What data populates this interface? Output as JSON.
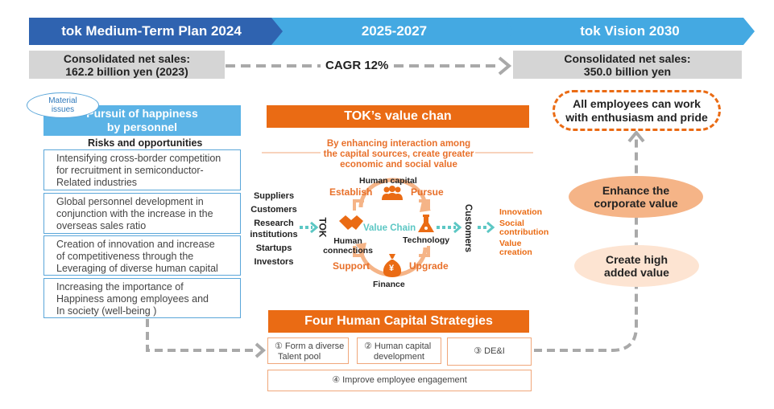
{
  "header": {
    "plan": "tok Medium-Term Plan 2024",
    "period": "2025-2027",
    "vision": "tok Vision 2030"
  },
  "sales_current": {
    "label": "Consolidated net sales:",
    "value": "162.2 billion yen (2023)"
  },
  "cagr": "CAGR 12%",
  "sales_target": {
    "label": "Consolidated net sales:",
    "value": "350.0 billion yen"
  },
  "material_issues": {
    "tag_line1": "Material",
    "tag_line2": "issues",
    "title_line1": "Pursuit of happiness",
    "title_line2": "by personnel",
    "risks_heading": "Risks and opportunities",
    "items": [
      {
        "l1": "Intensifying cross-border competition",
        "l2": "for recruitment in semiconductor-",
        "l3": "Related industries"
      },
      {
        "l1": "Global personnel development in",
        "l2": "conjunction  with the increase in the",
        "l3": "overseas sales ratio"
      },
      {
        "l1": "Creation of innovation and increase",
        "l2": "of competitiveness through the",
        "l3": "Leveraging of diverse human capital"
      },
      {
        "l1": "Increasing the importance of",
        "l2": "Happiness among employees and",
        "l3": "In society (well-being )"
      }
    ]
  },
  "value_chain": {
    "title": "TOK’s value chan",
    "subtitle_l1": "By enhancing interaction among",
    "subtitle_l2": "the capital sources, create greater",
    "subtitle_l3": "economic and social value",
    "stakeholders": [
      "Suppliers",
      "Customers",
      "Research",
      "institutions",
      "Startups",
      "Investors"
    ],
    "tok_label": "TOK",
    "customers_label": "Customers",
    "center": "Value Chain",
    "human_capital": "Human capital",
    "human_connections_l1": "Human",
    "human_connections_l2": "connections",
    "technology": "Technology",
    "finance": "Finance",
    "establish": "Establish",
    "pursue": "Pursue",
    "support": "Support",
    "upgrade": "Upgrade",
    "yen_symbol": "¥",
    "outcomes": [
      "Innovation",
      "Social",
      "contribution",
      "Value",
      "creation"
    ]
  },
  "strategies": {
    "title": "Four Human Capital Strategies",
    "s1_l1": "① Form a diverse",
    "s1_l2": "Talent pool",
    "s2_l1": "② Human capital",
    "s2_l2": "development",
    "s3": "③ DE&I",
    "s4": "④ Improve employee engagement"
  },
  "vision_side": {
    "goal_l1": "All employees can work",
    "goal_l2": "with enthusiasm and pride",
    "enhance_l1": "Enhance the",
    "enhance_l2": "corporate value",
    "create_l1": "Create high",
    "create_l2": "added value"
  },
  "colors": {
    "dark_blue": "#2f63b0",
    "light_blue": "#44a9e2",
    "orange": "#ea6b14",
    "teal": "#5cc7c4",
    "gray": "#d5d5d5"
  }
}
